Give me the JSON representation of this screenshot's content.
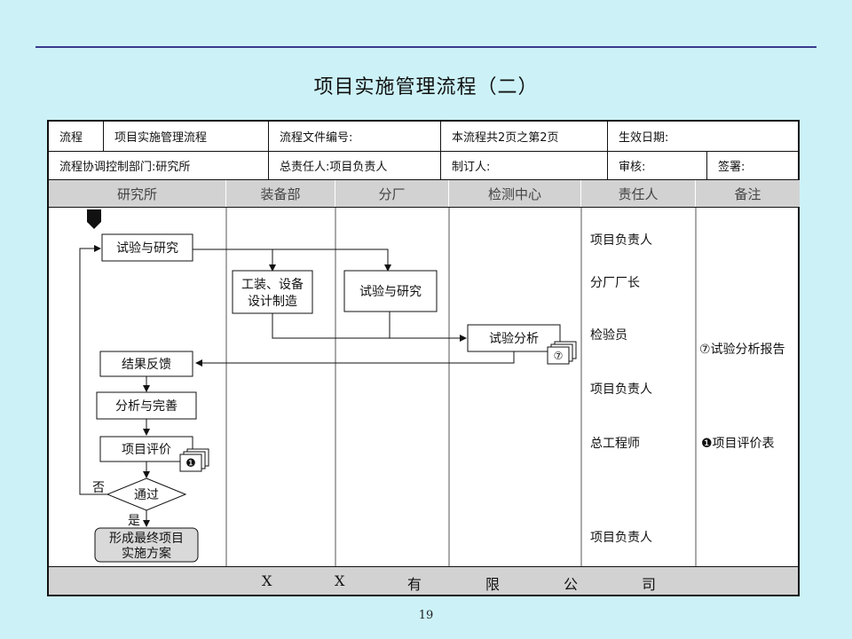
{
  "page_title": "项目实施管理流程（二）",
  "header": {
    "row1": [
      "流程",
      "项目实施管理流程",
      "流程文件编号:",
      "本流程共2页之第2页",
      "生效日期:"
    ],
    "row2": [
      "流程协调控制部门:研究所",
      "总责任人:项目负责人",
      "制订人:",
      "审核:",
      "签署:"
    ]
  },
  "lanes": [
    "研究所",
    "装备部",
    "分厂",
    "检测中心",
    "责任人",
    "备注"
  ],
  "nodes": {
    "start_marker": "",
    "exp1": "试验与研究",
    "design": [
      "工装、设备",
      "设计制造"
    ],
    "exp2": "试验与研究",
    "analysis": "试验分析",
    "feedback": "结果反馈",
    "improve": "分析与完善",
    "evaluate": "项目评价",
    "decision": "通过",
    "no_label": "否",
    "yes_label": "是",
    "final": [
      "形成最终项目",
      "实施方案"
    ]
  },
  "doc_icons": {
    "analysis_doc": "⑦",
    "eval_doc": "❶"
  },
  "responsible": [
    "项目负责人",
    "分厂厂长",
    "检验员",
    "项目负责人",
    "总工程师",
    "项目负责人"
  ],
  "remarks": [
    "⑦试验分析报告",
    "❶项目评价表"
  ],
  "footer_chars": [
    "X",
    "X",
    "有",
    "限",
    "公",
    "司"
  ],
  "page_number": "19",
  "colors": {
    "background": "#ccf2f7",
    "lane_header": "#d2d2d2",
    "final_box": "#d9d9d9"
  }
}
